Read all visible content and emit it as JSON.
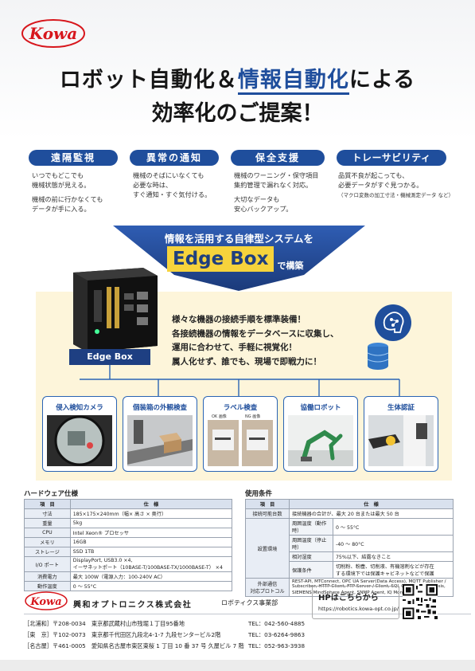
{
  "brand": {
    "logo_text": "Kowa",
    "color": "#d7161c"
  },
  "headline": {
    "line1_pre": "ロボット自動化＆",
    "line1_hl": "情報自動化",
    "line1_post": "による",
    "line2": "効率化のご提案！"
  },
  "features": [
    {
      "title": "遠隔監視",
      "lines": [
        "いつでもどこでも",
        "機械状態が見える。"
      ],
      "lines2": [
        "機械の前に行かなくても",
        "データが手に入る。"
      ]
    },
    {
      "title": "異常の通知",
      "lines": [
        "機械のそばにいなくても",
        "必要な時は、",
        "すぐ通知・すぐ気付ける。"
      ],
      "lines2": []
    },
    {
      "title": "保全支援",
      "lines": [
        "機械のワーニング・保守項目",
        "集約管理で漏れなく対応。"
      ],
      "lines2": [
        "大切なデータも",
        "安心バックアップ。"
      ]
    },
    {
      "title": "トレーサビリティ",
      "lines": [
        "品質不良が起こっても、",
        "必要データがすぐ見つかる。",
        "（マクロ変数の加工寸法・機械測定データ など）"
      ],
      "lines2": []
    }
  ],
  "banner": {
    "line1": "情報を活用する自律型システムを",
    "edge": "Edge Box",
    "suffix": "で構築"
  },
  "device_label": "Edge Box",
  "panel_lines": [
    "様々な機器の接続手順を標準装備！",
    "各接続機器の情報をデータベースに収集し、",
    "運用に合わせて、手軽に視覚化！",
    "属人化せず、誰でも、現場で即戦力に！"
  ],
  "cards": [
    {
      "title": "侵入検知カメラ"
    },
    {
      "title": "個装箱の外観検査"
    },
    {
      "title": "ラベル検査",
      "ok": "OK 画像",
      "ng": "NG 画像"
    },
    {
      "title": "協働ロボット"
    },
    {
      "title": "生体認証"
    }
  ],
  "hardware": {
    "title": "ハードウェア仕様",
    "headers": [
      "項　目",
      "仕　様"
    ],
    "rows": [
      [
        "寸法",
        "185×175×240mm（幅× 高さ × 奥行）"
      ],
      [
        "重量",
        "5kg"
      ],
      [
        "CPU",
        "Intel Xeon® プロセッサ"
      ],
      [
        "メモリ",
        "16GB"
      ],
      [
        "ストレージ",
        "SSD 1TB"
      ],
      [
        "I/O ポート",
        "DisplayPort, USB3.0 ×4,",
        "イーサネットポート（10BASE-T/100BASE-TX/1000BASE-T） ×4"
      ],
      [
        "消費電力",
        "最大 100W（電源入力：100-240V AC）"
      ],
      [
        "動作温度",
        "0 ～ 55°C"
      ]
    ]
  },
  "environment": {
    "title": "使用条件",
    "headers": [
      "項　目",
      "仕　様"
    ],
    "connect_key": "接続可能台数",
    "connect_val": "接続機器の合計が、最大 20 台または最大 50 台",
    "env_key": "設置環境",
    "env_rows": [
      [
        "周囲温度（動作時）",
        "0 ～ 55°C"
      ],
      [
        "周囲温度（停止時）",
        "-40 ～ 80°C"
      ],
      [
        "相対湿度",
        "75%以下、結露なきこと"
      ],
      [
        "保護条件",
        "切削粉、粉塵、切削液、有機溶剤などが存在",
        "する環境下では保護キャビネットなどで保護"
      ]
    ],
    "proto_key1": "外部通信",
    "proto_key2": "対応プロトコル",
    "proto_val": [
      "REST-API, MTConnect, OPC UA Server(Data Access), MQTT Publisher /",
      "Subscriber, HTTP Client, FTP Server / Client, SQL Client, AWS Kinesis,",
      "SIEMENS MindSphere Agent, SNMP Agent, IQ Monozukuri　など"
    ]
  },
  "footer": {
    "company": "興和オプトロニクス株式会社",
    "division": "ロボティクス事業部",
    "offices": [
      {
        "label": "［北浦和］",
        "text": "〒208-0034　東京都武蔵村山市残堀１丁目95番地",
        "tel": "TEL：042-560-4885"
      },
      {
        "label": "［東　京］",
        "text": "〒102-0073　東京都千代田区九段北4-1-7 九段センタービル2階",
        "tel": "TEL：03-6264-9863"
      },
      {
        "label": "［名古屋］",
        "text": "〒461-0005　愛知県名古屋市東区東桜 1 丁目 10 番 37 号 久屋ビル 7 階",
        "tel": "TEL：052-963-3938"
      }
    ],
    "hp_title": "HPはこちらから",
    "hp_url": "https://robotics.kowa-opt.co.jp/"
  }
}
